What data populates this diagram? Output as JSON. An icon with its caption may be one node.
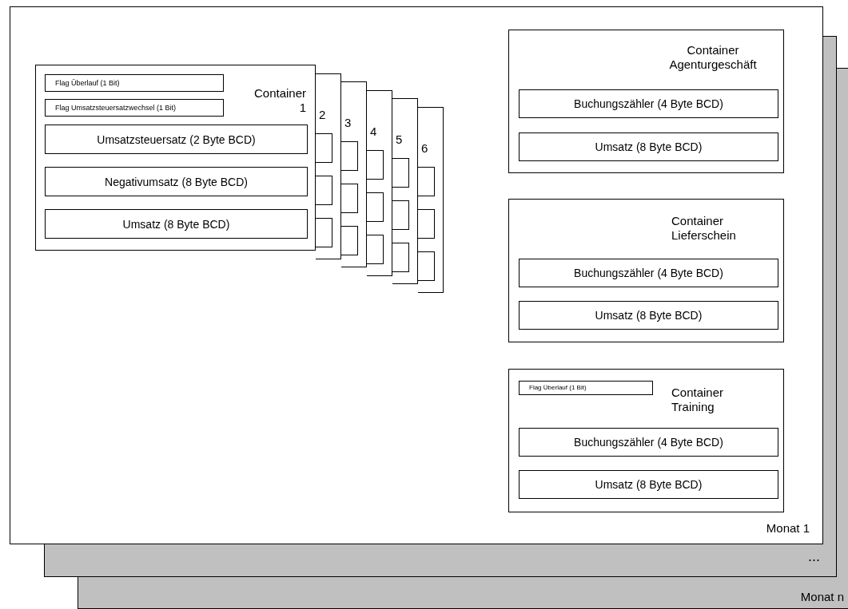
{
  "diagram": {
    "nodes": [
      {
        "text": [
          "Monat n"
        ]
      },
      {
        "text": [
          "..."
        ]
      },
      {
        "text": [
          "Monat 1"
        ]
      },
      {
        "text": [
          "Container 1"
        ],
        "in": 2
      },
      {
        "text": [
          "Flag Überlauf (1 Bit)"
        ],
        "in": 3
      },
      {
        "text": [
          "Flag Umsatzsteuersatzwechsel (1 Bit)"
        ],
        "in": 3
      },
      {
        "text": [
          "Umsatzsteuersatz (2 Byte BCD)"
        ],
        "in": 3
      },
      {
        "text": [
          "Negativumsatz (8 Byte BCD)"
        ],
        "in": 3
      },
      {
        "text": [
          "Umsatz (8 Byte BCD)"
        ],
        "in": 3
      },
      {
        "text": [
          "2"
        ],
        "in": 2
      },
      {
        "text": [],
        "shape": "box",
        "in": 9
      },
      {
        "text": [],
        "shape": "box",
        "in": 9
      },
      {
        "text": [],
        "shape": "box",
        "in": 9
      },
      {
        "text": [
          "3"
        ],
        "in": 2
      },
      {
        "text": [],
        "shape": "box",
        "in": 13
      },
      {
        "text": [],
        "shape": "box",
        "in": 13
      },
      {
        "text": [],
        "shape": "box",
        "in": 13
      },
      {
        "text": [
          "4"
        ],
        "in": 2
      },
      {
        "text": [],
        "shape": "box",
        "in": 17
      },
      {
        "text": [],
        "shape": "box",
        "in": 17
      },
      {
        "text": [],
        "shape": "box",
        "in": 17
      },
      {
        "text": [
          "5"
        ],
        "in": 2
      },
      {
        "text": [],
        "shape": "box",
        "in": 21
      },
      {
        "text": [],
        "shape": "box",
        "in": 21
      },
      {
        "text": [],
        "shape": "box",
        "in": 21
      },
      {
        "text": [
          "6"
        ],
        "in": 2
      },
      {
        "text": [],
        "shape": "box",
        "in": 25
      },
      {
        "text": [],
        "shape": "box",
        "in": 25
      },
      {
        "text": [],
        "shape": "box",
        "in": 25
      },
      {
        "text": [
          "Container Agenturgeschäft"
        ],
        "in": 2
      },
      {
        "text": [
          "Buchungszähler (4 Byte BCD)"
        ],
        "in": 29
      },
      {
        "text": [
          "Umsatz (8 Byte BCD)"
        ],
        "in": 29
      },
      {
        "text": [
          "Container Lieferschein"
        ],
        "in": 2
      },
      {
        "text": [
          "Buchungszähler (4 Byte BCD)"
        ],
        "in": 32
      },
      {
        "text": [
          "Umsatz (8 Byte BCD)"
        ],
        "in": 32
      },
      {
        "text": [
          "Container Training"
        ],
        "in": 2
      },
      {
        "text": [
          "Flag Überlauf (1 Bit)"
        ],
        "in": 35
      },
      {
        "text": [
          "Buchungszähler (4 Byte BCD)"
        ],
        "in": 35
      },
      {
        "text": [
          "Umsatz (8 Byte BCD)"
        ],
        "in": 35
      }
    ]
  }
}
